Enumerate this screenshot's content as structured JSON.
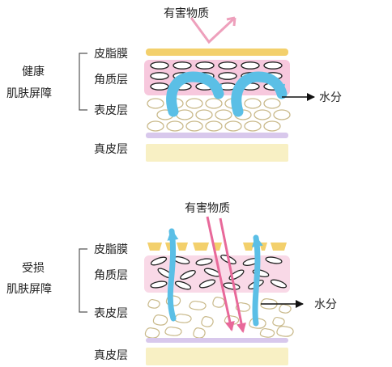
{
  "healthy": {
    "harmful_label": "有害物质",
    "barrier_label_line1": "健康",
    "barrier_label_line2": "肌肤屏障",
    "layers": [
      "皮脂膜",
      "角质层",
      "表皮层",
      "真皮层"
    ],
    "water_label": "水分"
  },
  "damaged": {
    "harmful_label": "有害物质",
    "barrier_label_line1": "受损",
    "barrier_label_line2": "肌肤屏障",
    "layers": [
      "皮脂膜",
      "角质层",
      "表皮层",
      "真皮层"
    ],
    "water_label": "水分"
  },
  "colors": {
    "sebum": "#f3d06c",
    "stratum_corneum": "#f7c8dd",
    "dermis": "#f8f0c4",
    "separator": "#d8c8ec",
    "water_arrow": "#5bbfe6",
    "harmful_arrow": "#e8699a",
    "cell_outline": "#c9b98a"
  }
}
